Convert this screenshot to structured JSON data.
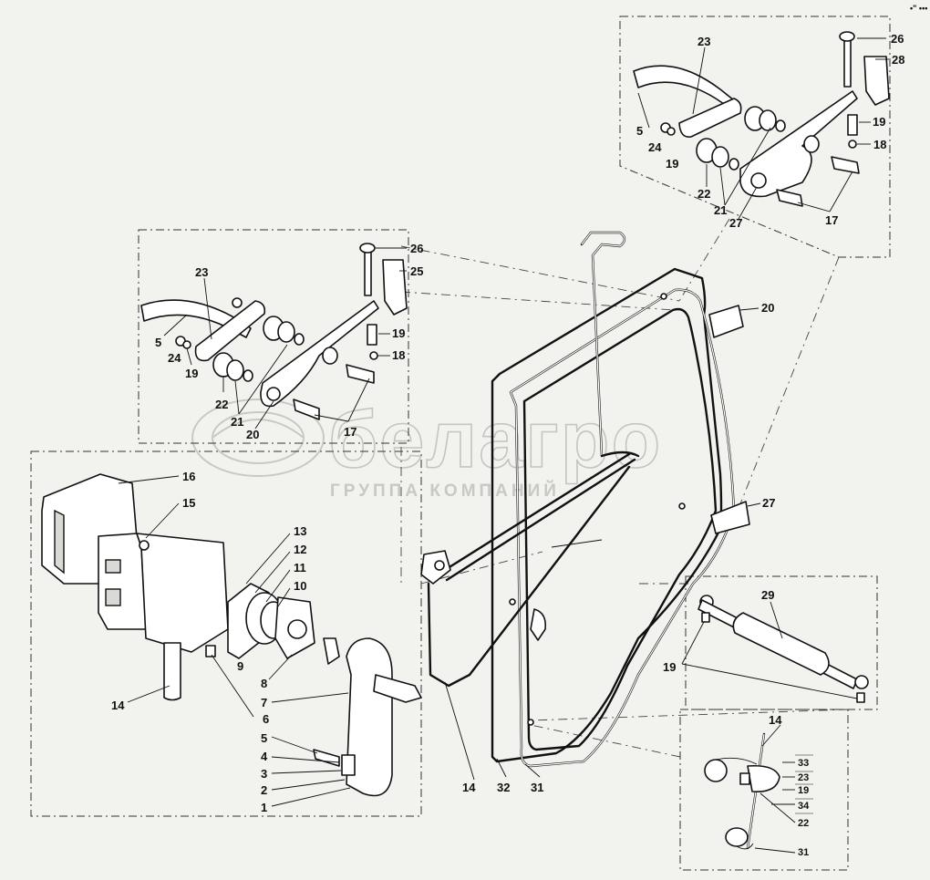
{
  "watermark": {
    "brand": "белагро",
    "tagline": "ГРУППА КОМПАНИЙ"
  },
  "corner_mark": "•\" •••",
  "callouts": {
    "top_right": [
      "26",
      "28",
      "23",
      "5",
      "24",
      "19",
      "22",
      "21",
      "27",
      "19",
      "18",
      "17"
    ],
    "middle": [
      "23",
      "26",
      "25",
      "5",
      "24",
      "19",
      "19",
      "18",
      "22",
      "21",
      "20",
      "17"
    ],
    "lock": [
      "16",
      "15",
      "13",
      "12",
      "11",
      "10",
      "9",
      "8",
      "7",
      "6",
      "5",
      "4",
      "3",
      "2",
      "1",
      "14"
    ],
    "door": [
      "20",
      "27",
      "14",
      "32",
      "31"
    ],
    "strut": [
      "29",
      "19"
    ],
    "bottom_right": [
      "14",
      "33",
      "23",
      "19",
      "34",
      "22",
      "31"
    ]
  },
  "colors": {
    "ink": "#111111",
    "paper": "#f2f2ef",
    "watermark": "#c4c4c0"
  }
}
